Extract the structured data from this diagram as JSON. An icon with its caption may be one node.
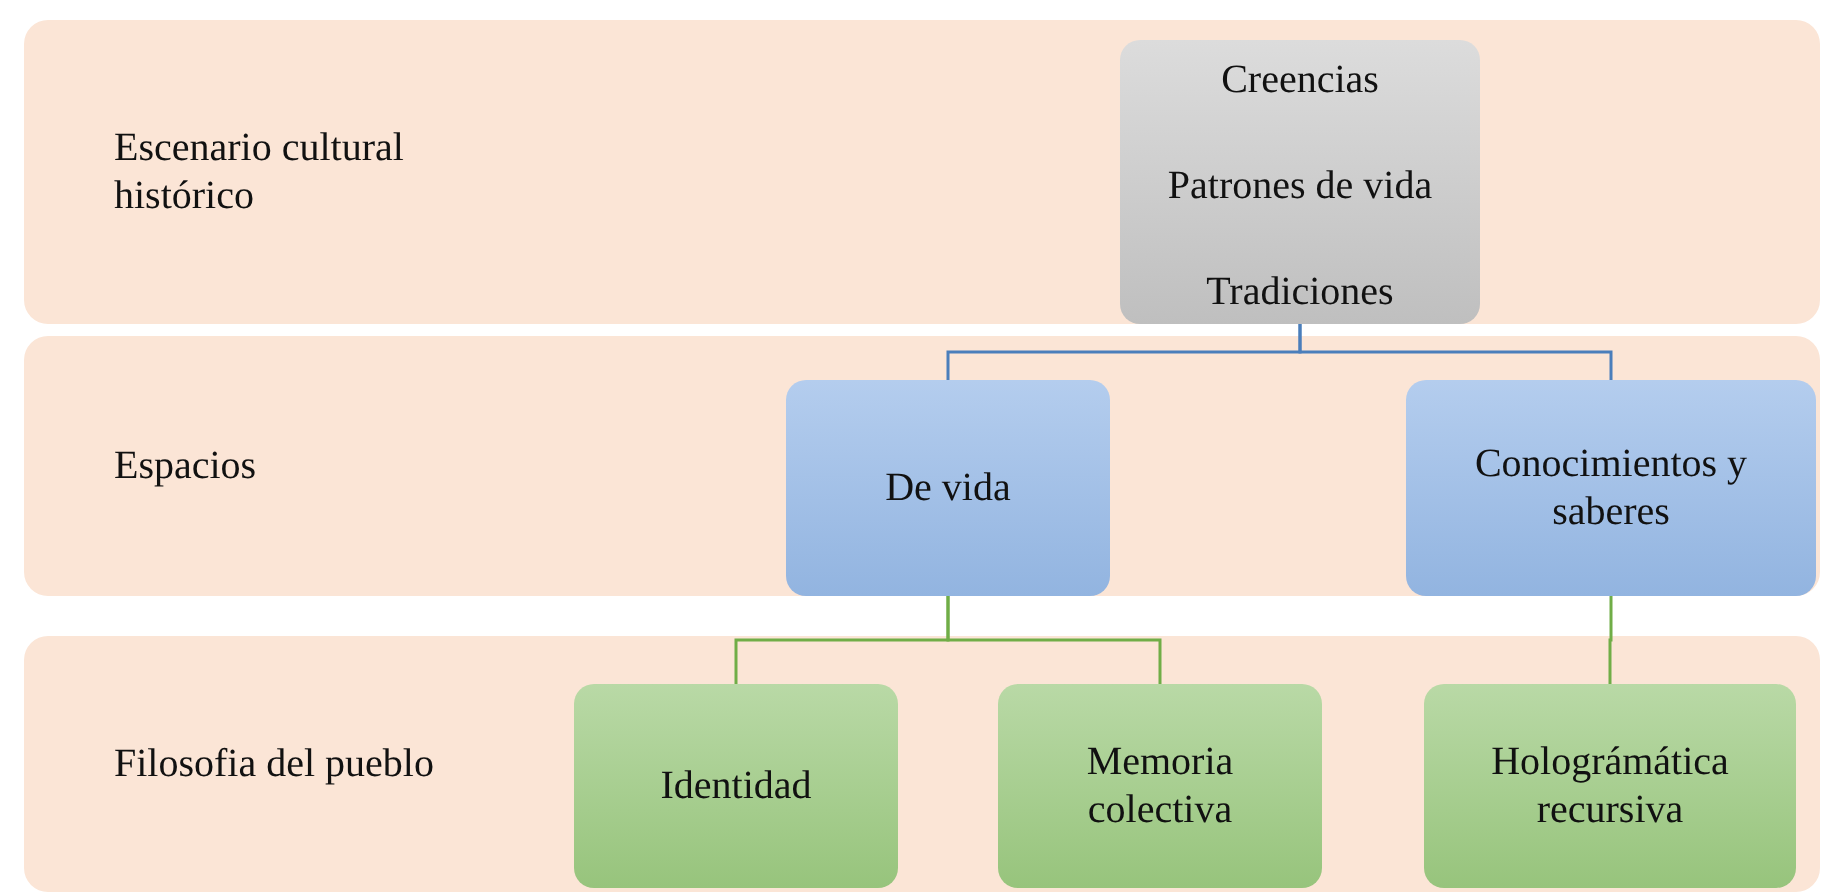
{
  "diagram": {
    "nodes": [
      {
        "text": [
          "Escenario cultural histórico"
        ]
      },
      {
        "text": [
          "Creencias",
          "Patrones de vida",
          "Tradiciones"
        ],
        "in": 0
      },
      {
        "text": [
          "Espacios"
        ]
      },
      {
        "text": [
          "De vida"
        ],
        "in": 2
      },
      {
        "text": [
          "Conocimientos y saberes"
        ],
        "in": 2
      },
      {
        "text": [
          "Filosofia del pueblo"
        ]
      },
      {
        "text": [
          "Identidad"
        ],
        "in": 5
      },
      {
        "text": [
          "Memoria colectiva"
        ],
        "in": 5
      },
      {
        "text": [
          "Holográmática recursiva"
        ],
        "in": 5
      }
    ],
    "edges": [
      {
        "from": 1,
        "to": 3,
        "arrow": "none",
        "color": "#4a7ebb"
      },
      {
        "from": 1,
        "to": 4,
        "arrow": "none",
        "color": "#4a7ebb"
      },
      {
        "from": 3,
        "to": 6,
        "arrow": "none"
      },
      {
        "from": 3,
        "to": 7,
        "arrow": "none"
      },
      {
        "from": 4,
        "to": 8,
        "arrow": "none"
      }
    ]
  }
}
